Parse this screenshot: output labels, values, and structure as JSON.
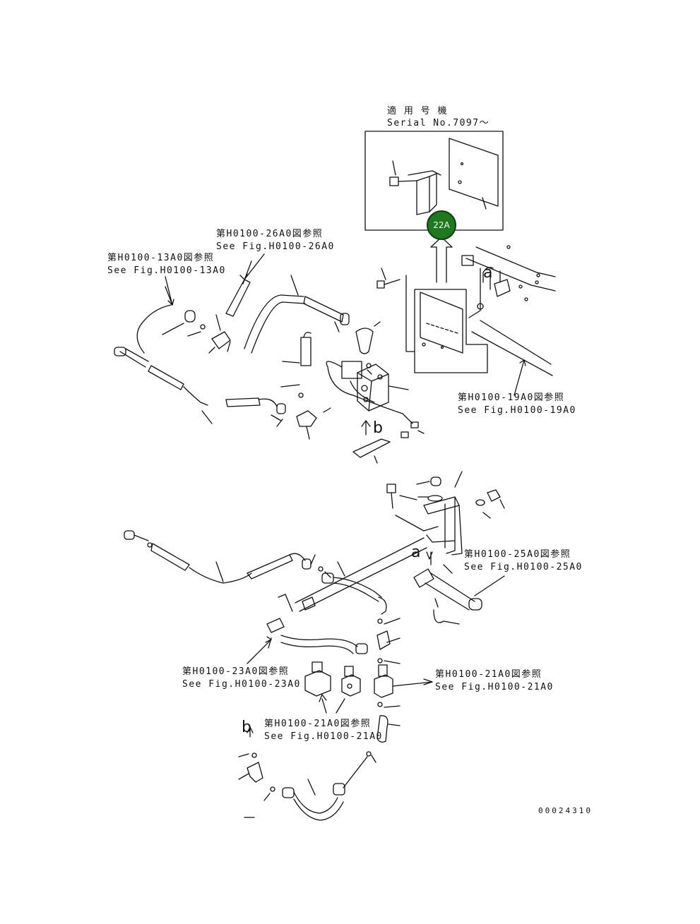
{
  "serial_note": {
    "jp": "適 用 号 機",
    "en": "Serial No.7097～"
  },
  "badge": {
    "label": "22A",
    "color": "#1f7a1f"
  },
  "refs": {
    "h26": {
      "jp": "第H0100-26A0図参照",
      "en": "See Fig.H0100-26A0"
    },
    "h13": {
      "jp": "第H0100-13A0図参照",
      "en": "See Fig.H0100-13A0"
    },
    "h19": {
      "jp": "第H0100-19A0図参照",
      "en": "See Fig.H0100-19A0"
    },
    "h25": {
      "jp": "第H0100-25A0図参照",
      "en": "See Fig.H0100-25A0"
    },
    "h23": {
      "jp": "第H0100-23A0図参照",
      "en": "See Fig.H0100-23A0"
    },
    "h21a": {
      "jp": "第H0100-21A0図参照",
      "en": "See Fig.H0100-21A0"
    },
    "h21b": {
      "jp": "第H0100-21A0図参照",
      "en": "See Fig.H0100-21A0"
    }
  },
  "markers": {
    "a_top": "a",
    "b_top": "b",
    "a_bottom": "a",
    "b_bottom": "b"
  },
  "drawing_number": "00024310"
}
